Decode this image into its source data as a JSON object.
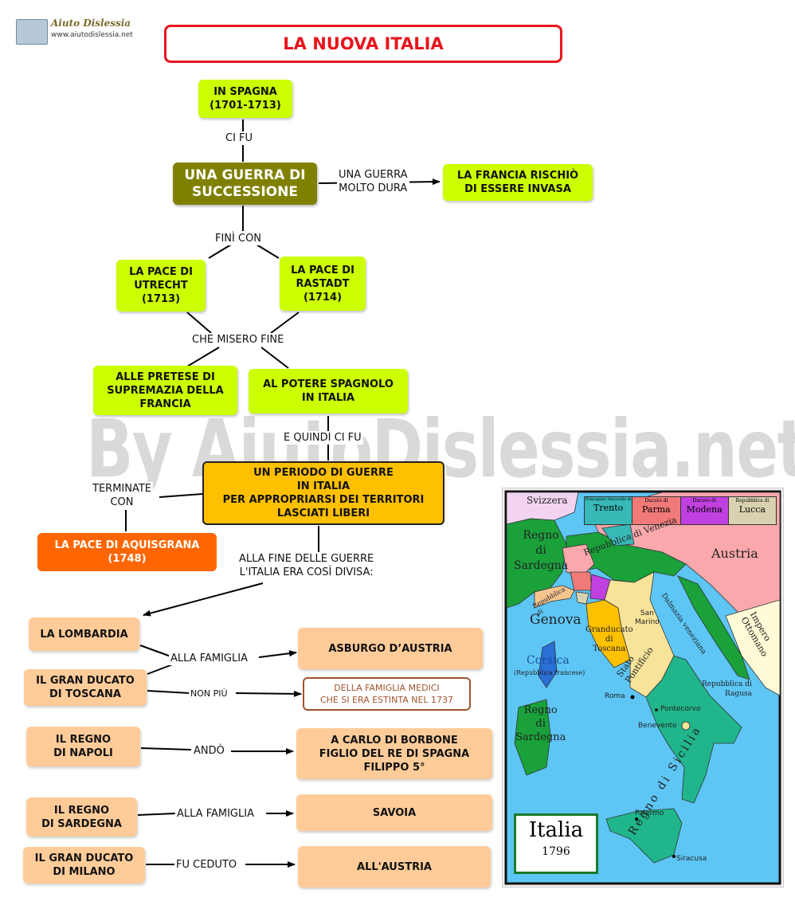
{
  "logo": {
    "name": "Aiuto Dislessia",
    "url": "www.aiutodislessia.net"
  },
  "title": "LA NUOVA ITALIA",
  "watermark": "By AiutoDislessia.net",
  "nodes": {
    "in_spagna": "IN SPAGNA\n(1701-1713)",
    "guerra": "UNA GUERRA DI\nSUCCESSIONE",
    "francia": "LA FRANCIA RISCHIÒ\nDI ESSERE INVASA",
    "utrecht": "LA PACE DI\nUTRECHT\n(1713)",
    "rastadt": "LA PACE DI\nRASTADT\n(1714)",
    "pretese": "ALLE PRETESE DI\nSUPREMAZIA DELLA\nFRANCIA",
    "potere": "AL POTERE SPAGNOLO\nIN ITALIA",
    "periodo": "UN PERIODO DI GUERRE\nIN ITALIA\nPER APPROPRIARSI DEI TERRITORI\nLASCIATI LIBERI",
    "aquisgrana": "LA PACE DI AQUISGRANA\n(1748)",
    "lombardia": "LA LOMBARDIA",
    "toscana": "IL GRAN DUCATO\nDI TOSCANA",
    "napoli": "IL REGNO\nDI NAPOLI",
    "sardegna": "IL REGNO\nDI SARDEGNA",
    "milano": "IL GRAN DUCATO\nDI MILANO",
    "asburgo": "ASBURGO D’AUSTRIA",
    "medici": "DELLA FAMIGLIA MEDICI\nCHE SI ERA ESTINTA NEL 1737",
    "carlo": "A CARLO DI BORBONE\nFIGLIO DEL RE DI SPAGNA\nFILIPPO 5°",
    "savoia": "SAVOIA",
    "austria": "ALL'AUSTRIA"
  },
  "labels": {
    "ci_fu": "CI FU",
    "molto_dura": "UNA GUERRA\nMOLTO DURA",
    "fini_con": "FINÌ CON",
    "misero_fine": "CHE MISERO FINE",
    "quindi": "E QUINDI CI FU",
    "terminate": "TERMINATE\nCON",
    "alla_fine": "ALLA FINE DELLE GUERRE\nL'ITALIA ERA COSÌ DIVISA:",
    "alla_famiglia_1": "ALLA FAMIGLIA",
    "non_piu": "NON PIÙ",
    "ando": "ANDÒ",
    "alla_famiglia_2": "ALLA FAMIGLIA",
    "fu_ceduto": "FU CEDUTO"
  },
  "map": {
    "legend": [
      {
        "top": "Principato Vescovile di",
        "name": "Trento",
        "color": "#39b8b8"
      },
      {
        "top": "Ducato di",
        "name": "Parma",
        "color": "#f07a78"
      },
      {
        "top": "Ducato di",
        "name": "Modena",
        "color": "#c040e0"
      },
      {
        "top": "Repubblica di",
        "name": "Lucca",
        "color": "#d8d2b0"
      }
    ],
    "title": "Italia",
    "year": "1796",
    "places": {
      "svizzera": "Svizzera",
      "austria": "Austria",
      "regno_sardegna_n": "Regno\ndi\nSardegna",
      "venezia": "Repubblica di Venezia",
      "genova_rep": "Repubblica\ndi",
      "genova": "Genova",
      "san_marino": "San\nMarino",
      "granducato": "Granducato\ndi\nToscana",
      "stato_pontificio": "Stato\nPontificio",
      "dalmazia": "Dalmazia veneziana",
      "impero": "Impero\nOttomano",
      "corsica": "Corsica",
      "rep_francese": "(Repubblica francese)",
      "ragusa": "Repubblica di\nRagusa",
      "roma": "Roma",
      "pontecorvo": "Pontecorvo",
      "benevento": "Benevento",
      "regno_sardegna_s": "Regno\ndi\nSardegna",
      "sicilia": "Regno di Sicilia",
      "palermo": "Palermo",
      "siracusa": "Siracusa"
    }
  }
}
